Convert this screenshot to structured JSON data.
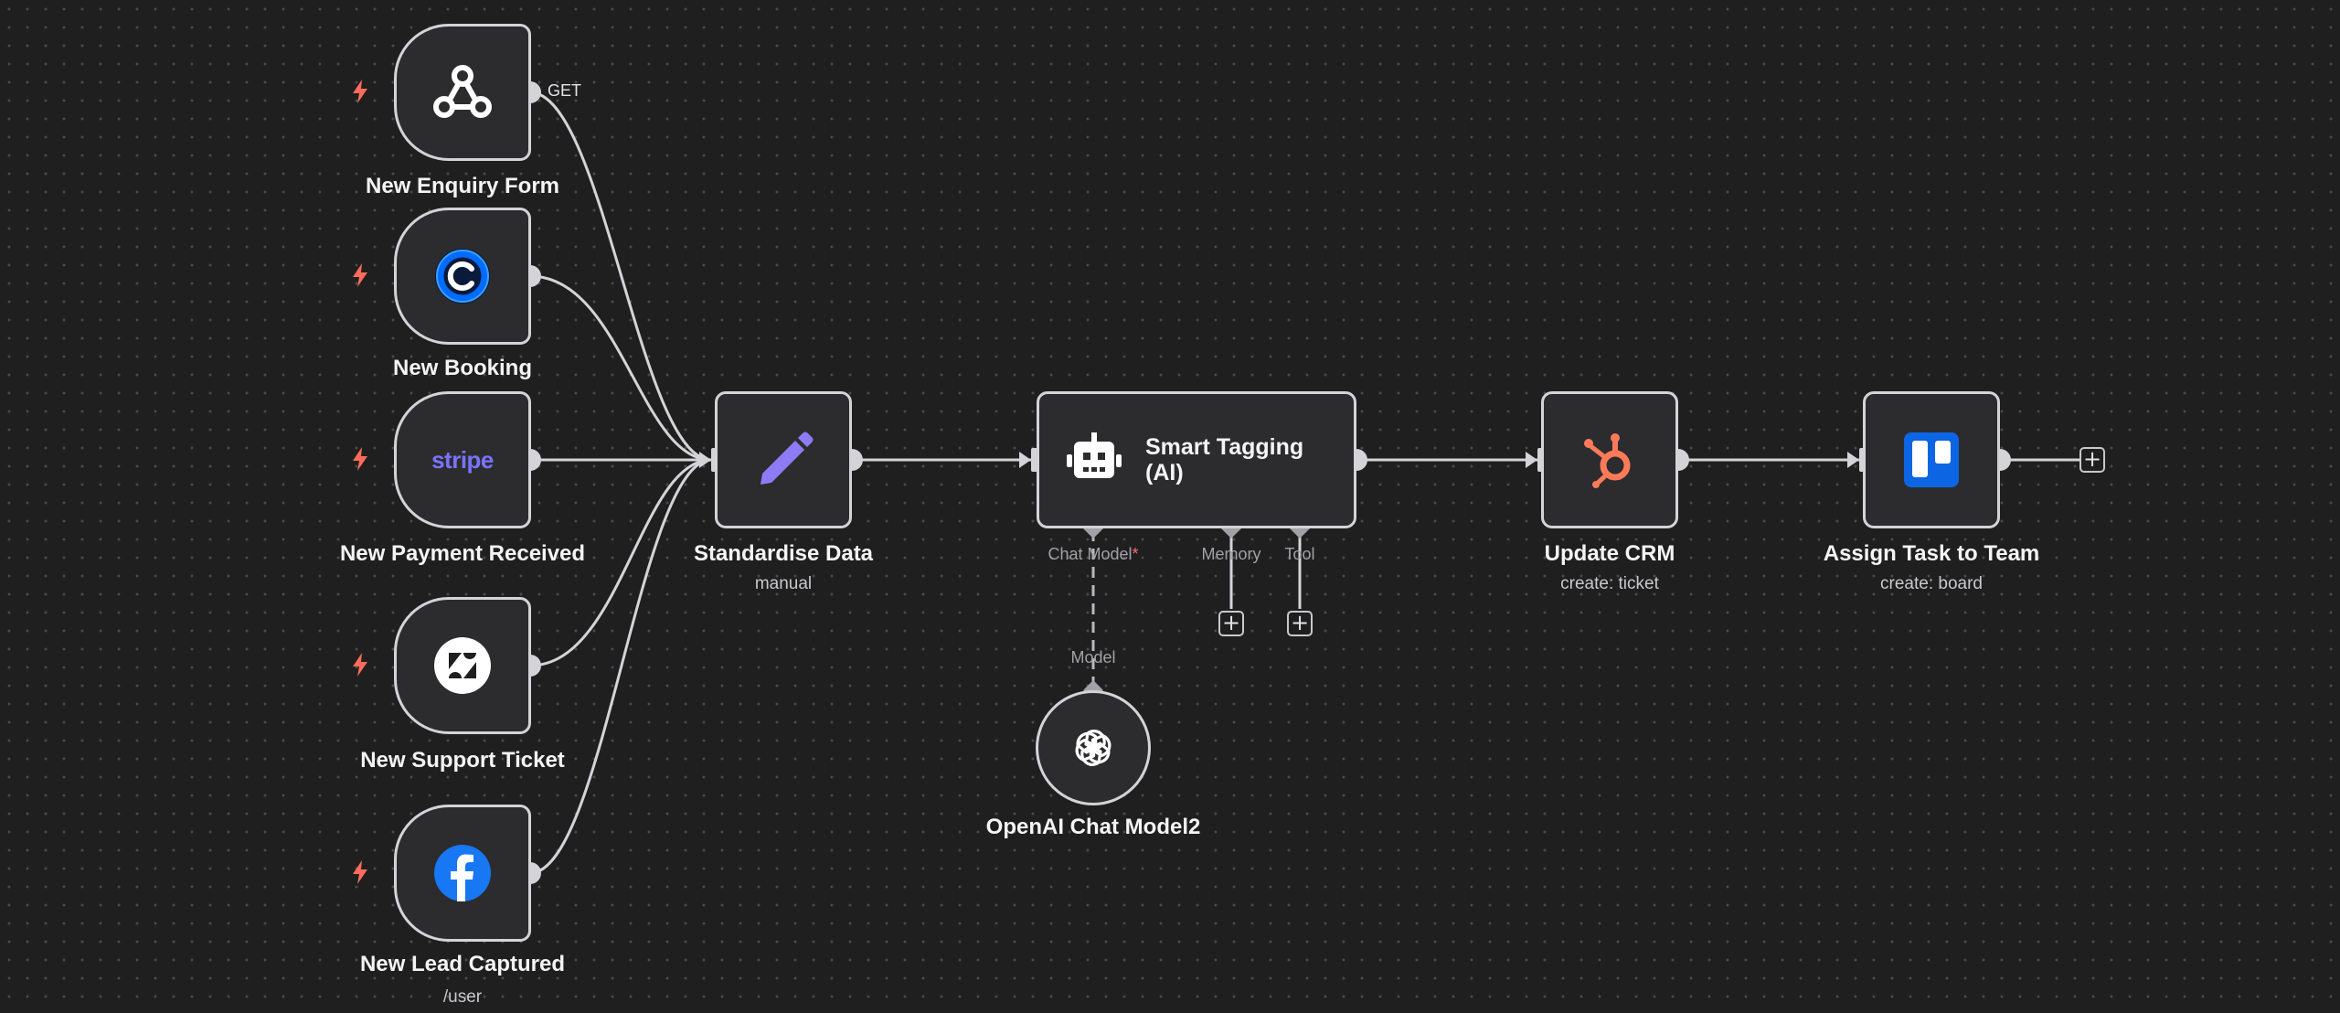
{
  "nodes": {
    "enquiry": {
      "label": "New Enquiry Form",
      "method": "GET",
      "icon": "webhook-icon"
    },
    "booking": {
      "label": "New Booking",
      "icon": "calendly-icon"
    },
    "payment": {
      "label": "New Payment Received",
      "icon_text": "stripe",
      "icon": "stripe-logo-icon"
    },
    "support": {
      "label": "New Support Ticket",
      "icon": "zendesk-icon"
    },
    "lead": {
      "label": "New Lead Captured",
      "subtitle": "/user",
      "icon": "facebook-icon"
    },
    "standardise": {
      "label": "Standardise Data",
      "subtitle": "manual",
      "icon": "pencil-icon"
    },
    "tagging": {
      "title_line1": "Smart Tagging",
      "title_line2": "(AI)",
      "icon": "robot-icon",
      "ports": {
        "chat_model": "Chat Model",
        "required_mark": "*",
        "memory": "Memory",
        "tool": "Tool"
      }
    },
    "openai": {
      "label": "OpenAI Chat Model2",
      "port_label": "Model",
      "icon": "openai-icon"
    },
    "crm": {
      "label": "Update CRM",
      "subtitle": "create: ticket",
      "icon": "hubspot-icon"
    },
    "assign": {
      "label": "Assign Task to Team",
      "subtitle": "create: board",
      "icon": "trello-icon"
    }
  },
  "colors": {
    "background": "#1f1f20",
    "node_fill": "#2c2c2e",
    "node_border": "#d4d4d8",
    "trigger_bolt": "#ff6d5a",
    "stripe": "#7a73ff",
    "pencil": "#8b7cf6",
    "hubspot": "#ff7a59",
    "trello": "#0c66e4",
    "facebook": "#1877f2",
    "calendly": "#006bff"
  }
}
